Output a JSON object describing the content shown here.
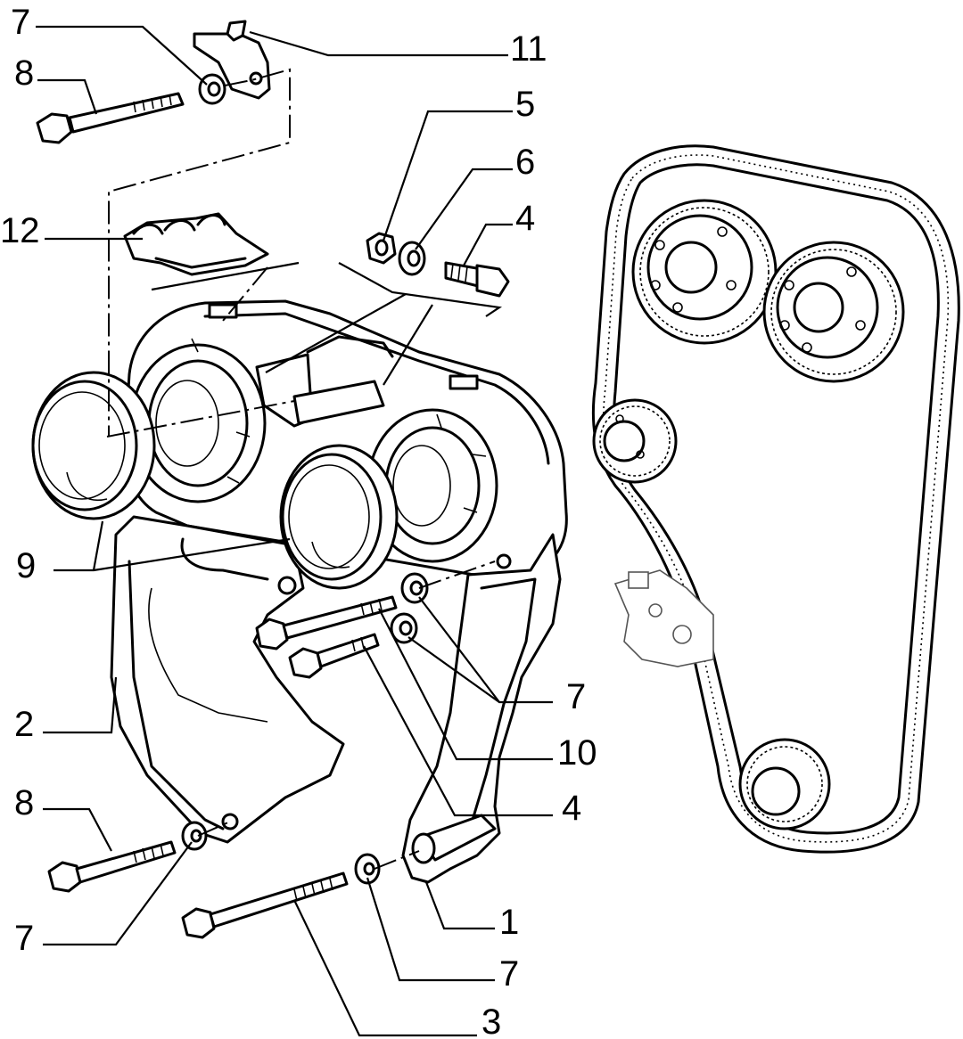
{
  "callouts": [
    {
      "id": "c7a",
      "label": "7"
    },
    {
      "id": "c8a",
      "label": "8"
    },
    {
      "id": "c11",
      "label": "11"
    },
    {
      "id": "c5",
      "label": "5"
    },
    {
      "id": "c6",
      "label": "6"
    },
    {
      "id": "c4a",
      "label": "4"
    },
    {
      "id": "c12",
      "label": "12"
    },
    {
      "id": "c9",
      "label": "9"
    },
    {
      "id": "c7b",
      "label": "7"
    },
    {
      "id": "c10",
      "label": "10"
    },
    {
      "id": "c2",
      "label": "2"
    },
    {
      "id": "c4b",
      "label": "4"
    },
    {
      "id": "c8b",
      "label": "8"
    },
    {
      "id": "c1",
      "label": "1"
    },
    {
      "id": "c7c",
      "label": "7"
    },
    {
      "id": "c7d",
      "label": "7"
    },
    {
      "id": "c3",
      "label": "3"
    }
  ]
}
